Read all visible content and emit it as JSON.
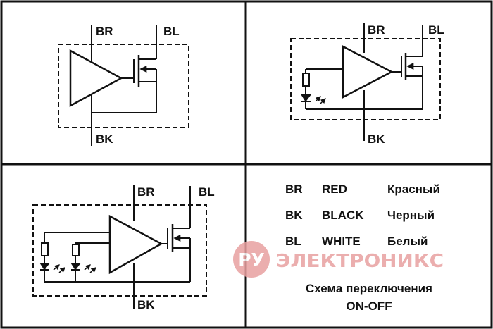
{
  "panels": {
    "top_left": {
      "label_top_left": "BR",
      "label_top_right": "BL",
      "label_bottom": "BK"
    },
    "top_right": {
      "label_top_left": "BR",
      "label_top_right": "BL",
      "label_bottom": "BK"
    },
    "bottom_left": {
      "label_top_left": "BR",
      "label_top_right": "BL",
      "label_bottom": "BK"
    }
  },
  "legend": {
    "rows": [
      {
        "code": "BR",
        "color_en": "RED",
        "color_ru": "Красный"
      },
      {
        "code": "BK",
        "color_en": "BLACK",
        "color_ru": "Черный"
      },
      {
        "code": "BL",
        "color_en": "WHITE",
        "color_ru": "Белый"
      }
    ],
    "caption_line1": "Схема переключения",
    "caption_line2": "ON-OFF"
  },
  "watermark": {
    "badge": "РУ",
    "text": "ЭЛЕКТРОНИКС",
    "color": "#e8a0a0"
  },
  "colors": {
    "line": "#111111",
    "background": "#ffffff"
  }
}
